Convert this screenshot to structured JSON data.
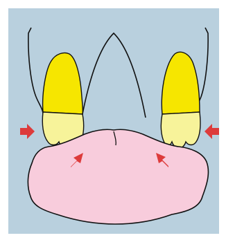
{
  "colors": {
    "background": "#b9d0de",
    "border": "#ffffff",
    "crown_upper": "#f6e600",
    "crown_lower": "#f7f39a",
    "tongue": "#f8ccdc",
    "outline": "#111111",
    "arrow": "#dd3b3b"
  },
  "elements": {
    "left_tooth": "tooth",
    "right_tooth": "tooth",
    "tongue": "tongue",
    "palate_arch": "arch",
    "arrows": [
      "arrow-right",
      "arrow-up-right",
      "arrow-left",
      "arrow-up-left"
    ]
  }
}
